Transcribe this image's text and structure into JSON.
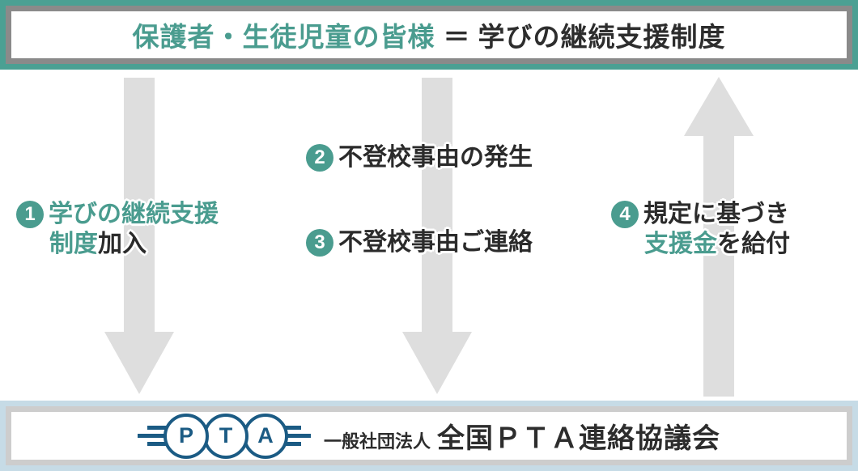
{
  "top_band": {
    "party_label": "保護者・生徒児童の皆様",
    "separator": "＝",
    "program_label": "学びの継続支援制度"
  },
  "steps": [
    {
      "number": "1",
      "line1_teal": "学びの継続支援",
      "line2_teal": "制度",
      "line2_dark": "加入",
      "direction": "down"
    },
    {
      "number": "2",
      "text": "不登校事由の発生",
      "direction": "down"
    },
    {
      "number": "3",
      "text": "不登校事由ご連絡",
      "direction": "down"
    },
    {
      "number": "4",
      "line1_dark": "規定に基づき",
      "line2_teal": "支援金",
      "line2_dark": "を給付",
      "direction": "up"
    }
  ],
  "bottom_band": {
    "logo_letters": {
      "p": "P",
      "t": "T",
      "a": "A"
    },
    "org_prefix": "一般社団法人",
    "org_name": "全国ＰＴＡ連絡協議会"
  },
  "colors": {
    "accent_teal": "#4a9c8f",
    "text_dark": "#2d2d2d",
    "arrow_gray": "#dedede",
    "top_border_outer": "#4ba093",
    "top_border_inner": "#8a8a8a",
    "bottom_border_outer": "#c6dbe6",
    "bottom_border_inner": "#cdcdcd",
    "logo_blue": "#1b5b84"
  }
}
